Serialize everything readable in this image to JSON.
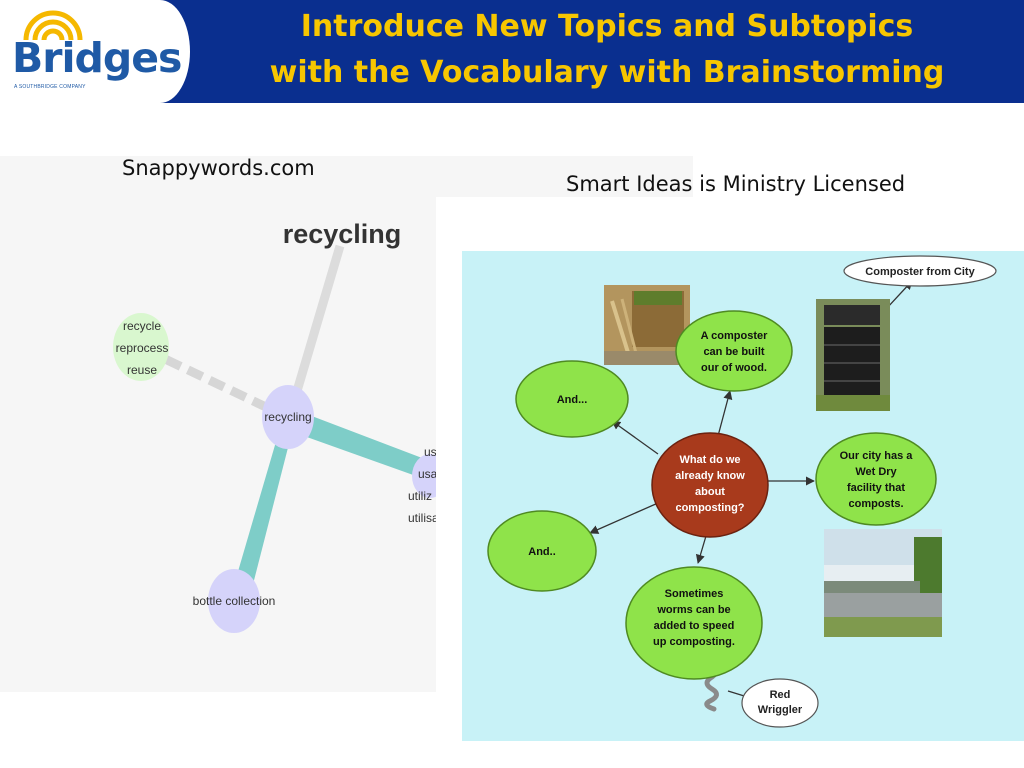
{
  "header": {
    "title_line1": "Introduce New Topics and Subtopics",
    "title_line2": "with the Vocabulary with Brainstorming",
    "logo": {
      "word": "Bridges",
      "tagline": "A SOUTHBRIDGE COMPANY"
    },
    "colors": {
      "band": "#0a2f8f",
      "title": "#f7c600",
      "logo": "#1f5aa6",
      "arcs": "#f5b800"
    }
  },
  "captions": {
    "left": "Snappywords.com",
    "right": "Smart Ideas is Ministry Licensed"
  },
  "snappywords": {
    "title": "recycling",
    "center": "recycling",
    "synonyms": [
      "recycle",
      "reprocess",
      "reuse"
    ],
    "right_words": [
      "us",
      "usa",
      "utiliz",
      "utilisa"
    ],
    "bottom": "bottle collection"
  },
  "smart_ideas": {
    "center_lines": [
      "What do we",
      "already know",
      "about",
      "composting?"
    ],
    "composter_wood_lines": [
      "A composter",
      "can be built",
      "our of wood."
    ],
    "and_top": "And...",
    "and_bottom": "And..",
    "city_lines": [
      "Our city has a",
      "Wet Dry",
      "facility that",
      "composts."
    ],
    "worms_lines": [
      "Sometimes",
      "worms can be",
      "added to speed",
      "up composting."
    ],
    "composter_city": "Composter from City",
    "red_wriggler_lines": [
      "Red",
      "Wriggler"
    ],
    "colors": {
      "center": "#a83a1c",
      "node": "#8fe34a",
      "panel": "#c8f2f7"
    }
  }
}
